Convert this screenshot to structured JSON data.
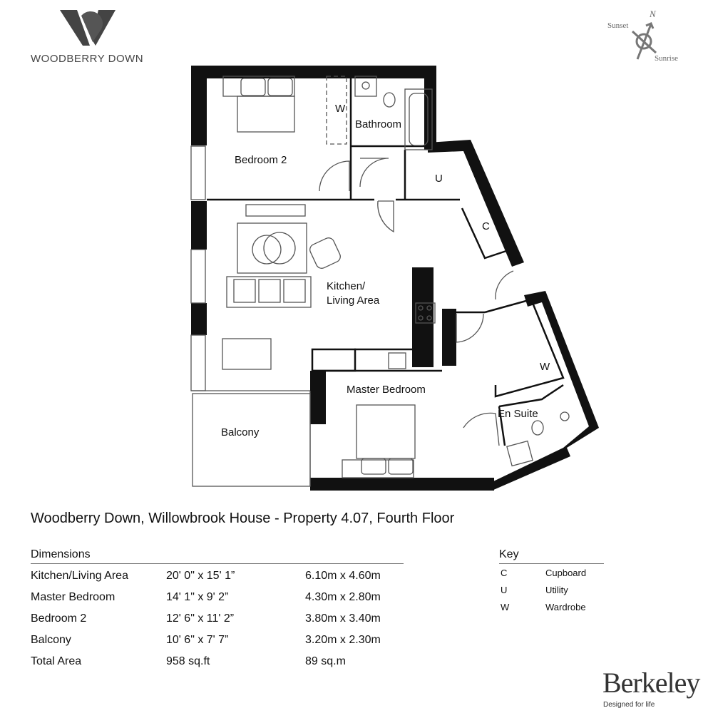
{
  "brand": {
    "logo_text": "WOODBERRY DOWN",
    "developer": "Berkeley",
    "developer_tagline": "Designed for life"
  },
  "compass": {
    "north": "N",
    "sunset": "Sunset",
    "sunrise": "Sunrise"
  },
  "rooms": {
    "bedroom2": "Bedroom 2",
    "bathroom": "Bathroom",
    "wardrobe1": "W",
    "utility": "U",
    "cupboard": "C",
    "kitchen_line1": "Kitchen/",
    "kitchen_line2": "Living Area",
    "master": "Master Bedroom",
    "wardrobe2": "W",
    "ensuite": "En Suite",
    "balcony": "Balcony"
  },
  "title": "Woodberry Down, Willowbrook House - Property 4.07, Fourth Floor",
  "dimensions": {
    "heading": "Dimensions",
    "rows": [
      {
        "room": "Kitchen/Living Area",
        "imperial": "20' 0\" x 15' 1”",
        "metric": "6.10m x 4.60m"
      },
      {
        "room": "Master Bedroom",
        "imperial": "14' 1\" x 9' 2”",
        "metric": "4.30m x 2.80m"
      },
      {
        "room": "Bedroom 2",
        "imperial": "12' 6\" x 11' 2”",
        "metric": "3.80m x 3.40m"
      },
      {
        "room": "Balcony",
        "imperial": "10' 6\" x 7' 7”",
        "metric": "3.20m x 2.30m"
      },
      {
        "room": "Total Area",
        "imperial": "958 sq.ft",
        "metric": "89 sq.m"
      }
    ]
  },
  "key": {
    "heading": "Key",
    "items": [
      {
        "code": "C",
        "label": "Cupboard"
      },
      {
        "code": "U",
        "label": "Utility"
      },
      {
        "code": "W",
        "label": "Wardrobe"
      }
    ]
  }
}
